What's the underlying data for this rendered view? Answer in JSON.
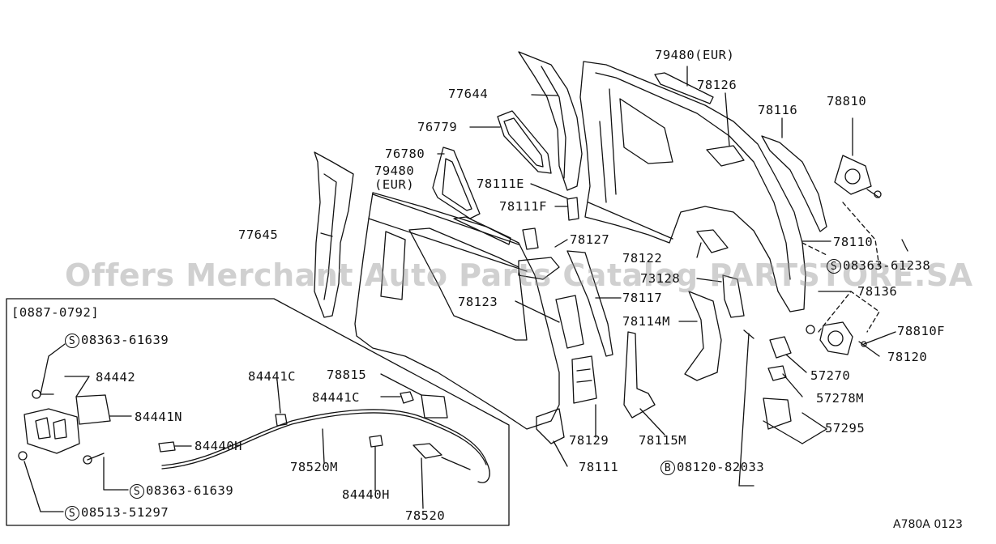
{
  "diagram": {
    "date_range": "[0887-0792]",
    "code": "A780A 0123",
    "watermark": "Offers Merchant Auto Parts Catalog PARTSTORE.SA",
    "labels": {
      "l79480_eur": "79480(EUR)",
      "l78126": "78126",
      "l77644": "77644",
      "l78116": "78116",
      "l78810": "78810",
      "l76779": "76779",
      "l76780": "76780",
      "l79480": "79480",
      "l79480_sub": "(EUR)",
      "l78111e": "78111E",
      "l78111f": "78111F",
      "l77645": "77645",
      "l78127": "78127",
      "l78110": "78110",
      "l78122": "78122",
      "l08363_61238": "08363-61238",
      "l73128": "73128",
      "l78136": "78136",
      "l78123": "78123",
      "l78117": "78117",
      "l78114m": "78114M",
      "l78810f": "78810F",
      "l78120": "78120",
      "l57270": "57270",
      "l57278m": "57278M",
      "l57295": "57295",
      "l78815": "78815",
      "l84441c_a": "84441C",
      "l84441c_b": "84441C",
      "l78129": "78129",
      "l78115m": "78115M",
      "l84442": "84442",
      "l84441n": "84441N",
      "l84440h_a": "84440H",
      "l78520m": "78520M",
      "l84440h_b": "84440H",
      "l78520": "78520",
      "l78111": "78111",
      "l08120_82033": "08120-82033",
      "l08363_61639_a": "08363-61639",
      "l08363_61639_b": "08363-61639",
      "l08513_51297": "08513-51297"
    },
    "prefix": {
      "s": "S",
      "b": "B"
    }
  }
}
